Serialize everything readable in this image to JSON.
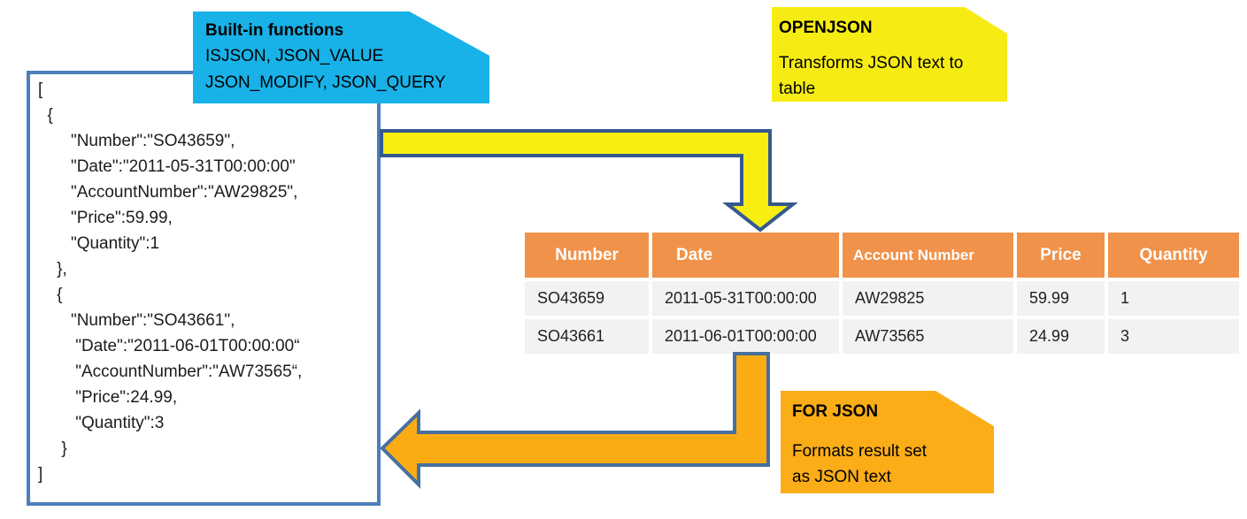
{
  "callouts": {
    "builtin": {
      "title": "Built-in functions",
      "line1": "ISJSON, JSON_VALUE",
      "line2": "JSON_MODIFY, JSON_QUERY"
    },
    "openjson": {
      "title": "OPENJSON",
      "line1": "Transforms JSON text to",
      "line2": "table"
    },
    "forjson": {
      "title": "FOR JSON",
      "line1": "Formats result set",
      "line2": "as JSON text"
    }
  },
  "json_box": {
    "lines": [
      "[",
      "  {",
      "       \"Number\":\"SO43659\",",
      "       \"Date\":\"2011-05-31T00:00:00\"",
      "       \"AccountNumber\":\"AW29825\",",
      "       \"Price\":59.99,",
      "       \"Quantity\":1",
      "    },",
      "    {",
      "       \"Number\":\"SO43661\",",
      "        \"Date\":\"2011-06-01T00:00:00“",
      "        \"AccountNumber\":\"AW73565“,",
      "        \"Price\":24.99,",
      "        \"Quantity\":3",
      "     }",
      "]"
    ]
  },
  "table": {
    "columns": [
      "Number",
      "Date",
      "Account Number",
      "Price",
      "Quantity"
    ],
    "rows": [
      [
        "SO43659",
        "2011-05-31T00:00:00",
        "AW29825",
        "59.99",
        "1"
      ],
      [
        "SO43661",
        "2011-06-01T00:00:00",
        "AW73565",
        "24.99",
        "3"
      ]
    ]
  },
  "colors": {
    "builtin_callout_bg": "#18B2E8",
    "openjson_callout_bg": "#F6EC13",
    "forjson_callout_bg": "#FBAD18",
    "table_header_bg": "#F0924A",
    "table_row_bg": "#F2F2F2",
    "json_box_border": "#4D7DBC",
    "openjson_arrow_fill": "#F8EE12",
    "openjson_arrow_stroke": "#35598E",
    "forjson_arrow_fill": "#FBAC15",
    "forjson_arrow_stroke": "#46709D"
  }
}
